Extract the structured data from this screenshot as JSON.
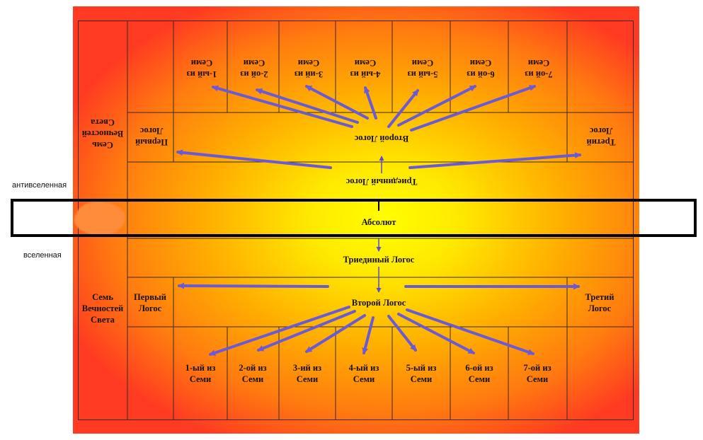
{
  "labels": {
    "absolute": "Абсолют",
    "triune_logos": "Триединый Логос",
    "second_logos": "Второй Логос",
    "first_logos": "Первый\nЛогос",
    "third_logos": "Третий\nЛогос",
    "seven_eternities": "Семь\nВечностей\nСвета",
    "seven": [
      "1-ый из\nСеми",
      "2-ой из\nСеми",
      "3-ий из\nСеми",
      "4-ый из\nСеми",
      "5-ый из\nСеми",
      "6-ой из\nСеми",
      "7-ой из\nСеми"
    ]
  },
  "side_labels": {
    "antiuniverse": "антивселенная",
    "universe": "вселенная"
  },
  "colors": {
    "arrow": "#6a5ad8",
    "border": "#3a2a2a",
    "band": "#000000"
  }
}
